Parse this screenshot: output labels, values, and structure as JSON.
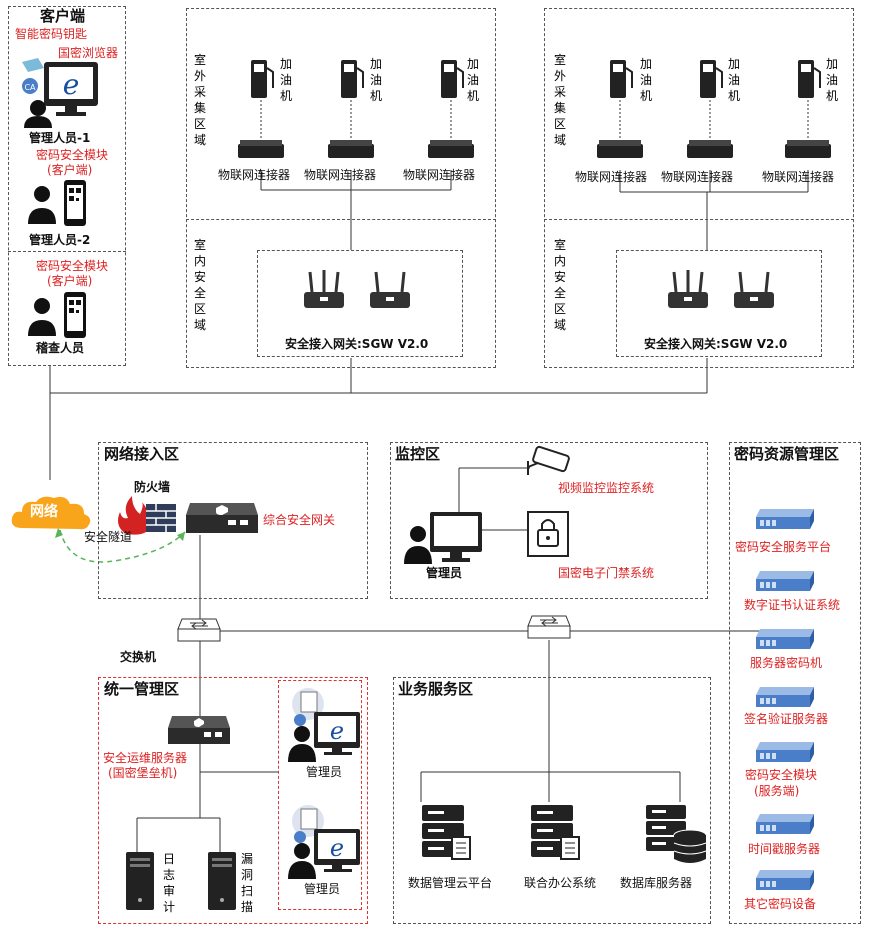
{
  "client_zone": {
    "title": "客户端",
    "smart_key": "智能密码钥匙",
    "browser": "国密浏览器",
    "admin1": "管理人员-1",
    "crypto_module": "密码安全模块",
    "client_side": "(客户端)",
    "admin2": "管理人员-2",
    "crypto_module2": "密码安全模块",
    "client_side2": "(客户端)",
    "inspector": "稽查人员"
  },
  "site_a": {
    "outdoor": "室外采集区域",
    "indoor": "室内安全区域",
    "dispensers": [
      "加油机",
      "加油机",
      "加油机"
    ],
    "connectors": [
      "物联网连接器",
      "物联网连接器",
      "物联网连接器"
    ],
    "gateway": "安全接入网关:SGW V2.0"
  },
  "site_b": {
    "outdoor": "室外采集区域",
    "indoor": "室内安全区域",
    "dispensers": [
      "加油机",
      "加油机",
      "加油机"
    ],
    "connectors": [
      "物联网连接器",
      "物联网连接器",
      "物联网连接器"
    ],
    "gateway": "安全接入网关:SGW V2.0"
  },
  "network": {
    "cloud": "网络",
    "zone_title": "网络接入区",
    "firewall": "防火墙",
    "tunnel": "安全隧道",
    "gateway": "综合安全网关",
    "switch": "交换机"
  },
  "monitor": {
    "title": "监控区",
    "video": "视频监控监控系统",
    "admin": "管理员",
    "door": "国密电子门禁系统"
  },
  "crypto_mgmt": {
    "title": "密码资源管理区",
    "items": [
      "密码安全服务平台",
      "数字证书认证系统",
      "服务器密码机",
      "签名验证服务器",
      "密码安全模块",
      "时间戳服务器",
      "其它密码设备"
    ],
    "item5_sub": "(服务端)"
  },
  "unified": {
    "title": "统一管理区",
    "server": "安全运维服务器",
    "server_sub": "(国密堡垒机)",
    "log": "日志审计",
    "vuln": "漏洞扫描",
    "admin1": "管理员",
    "admin2": "管理员"
  },
  "business": {
    "title": "业务服务区",
    "items": [
      "数据管理云平台",
      "联合办公系统",
      "数据库服务器"
    ]
  },
  "colors": {
    "red": "#d22222",
    "line": "#333333",
    "cloud": "#f9a51b",
    "device": "#3a4a5a",
    "server_blue": "#4a7ec9"
  }
}
